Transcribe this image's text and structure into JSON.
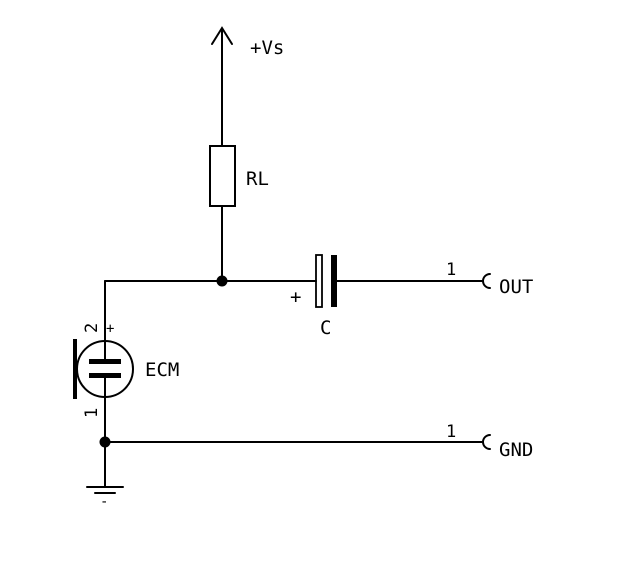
{
  "supply": {
    "label": "+Vs"
  },
  "resistor": {
    "label": "RL"
  },
  "capacitor": {
    "label": "C",
    "polarity": "+"
  },
  "microphone": {
    "label": "ECM",
    "pin_top": "2",
    "pin_top_polarity": "+",
    "pin_bottom": "1"
  },
  "connectors": [
    {
      "label": "OUT",
      "pin": "1"
    },
    {
      "label": "GND",
      "pin": "1"
    }
  ],
  "ground": {
    "polarity": "-"
  },
  "colors": {
    "line": "#000000",
    "background": "#ffffff"
  }
}
